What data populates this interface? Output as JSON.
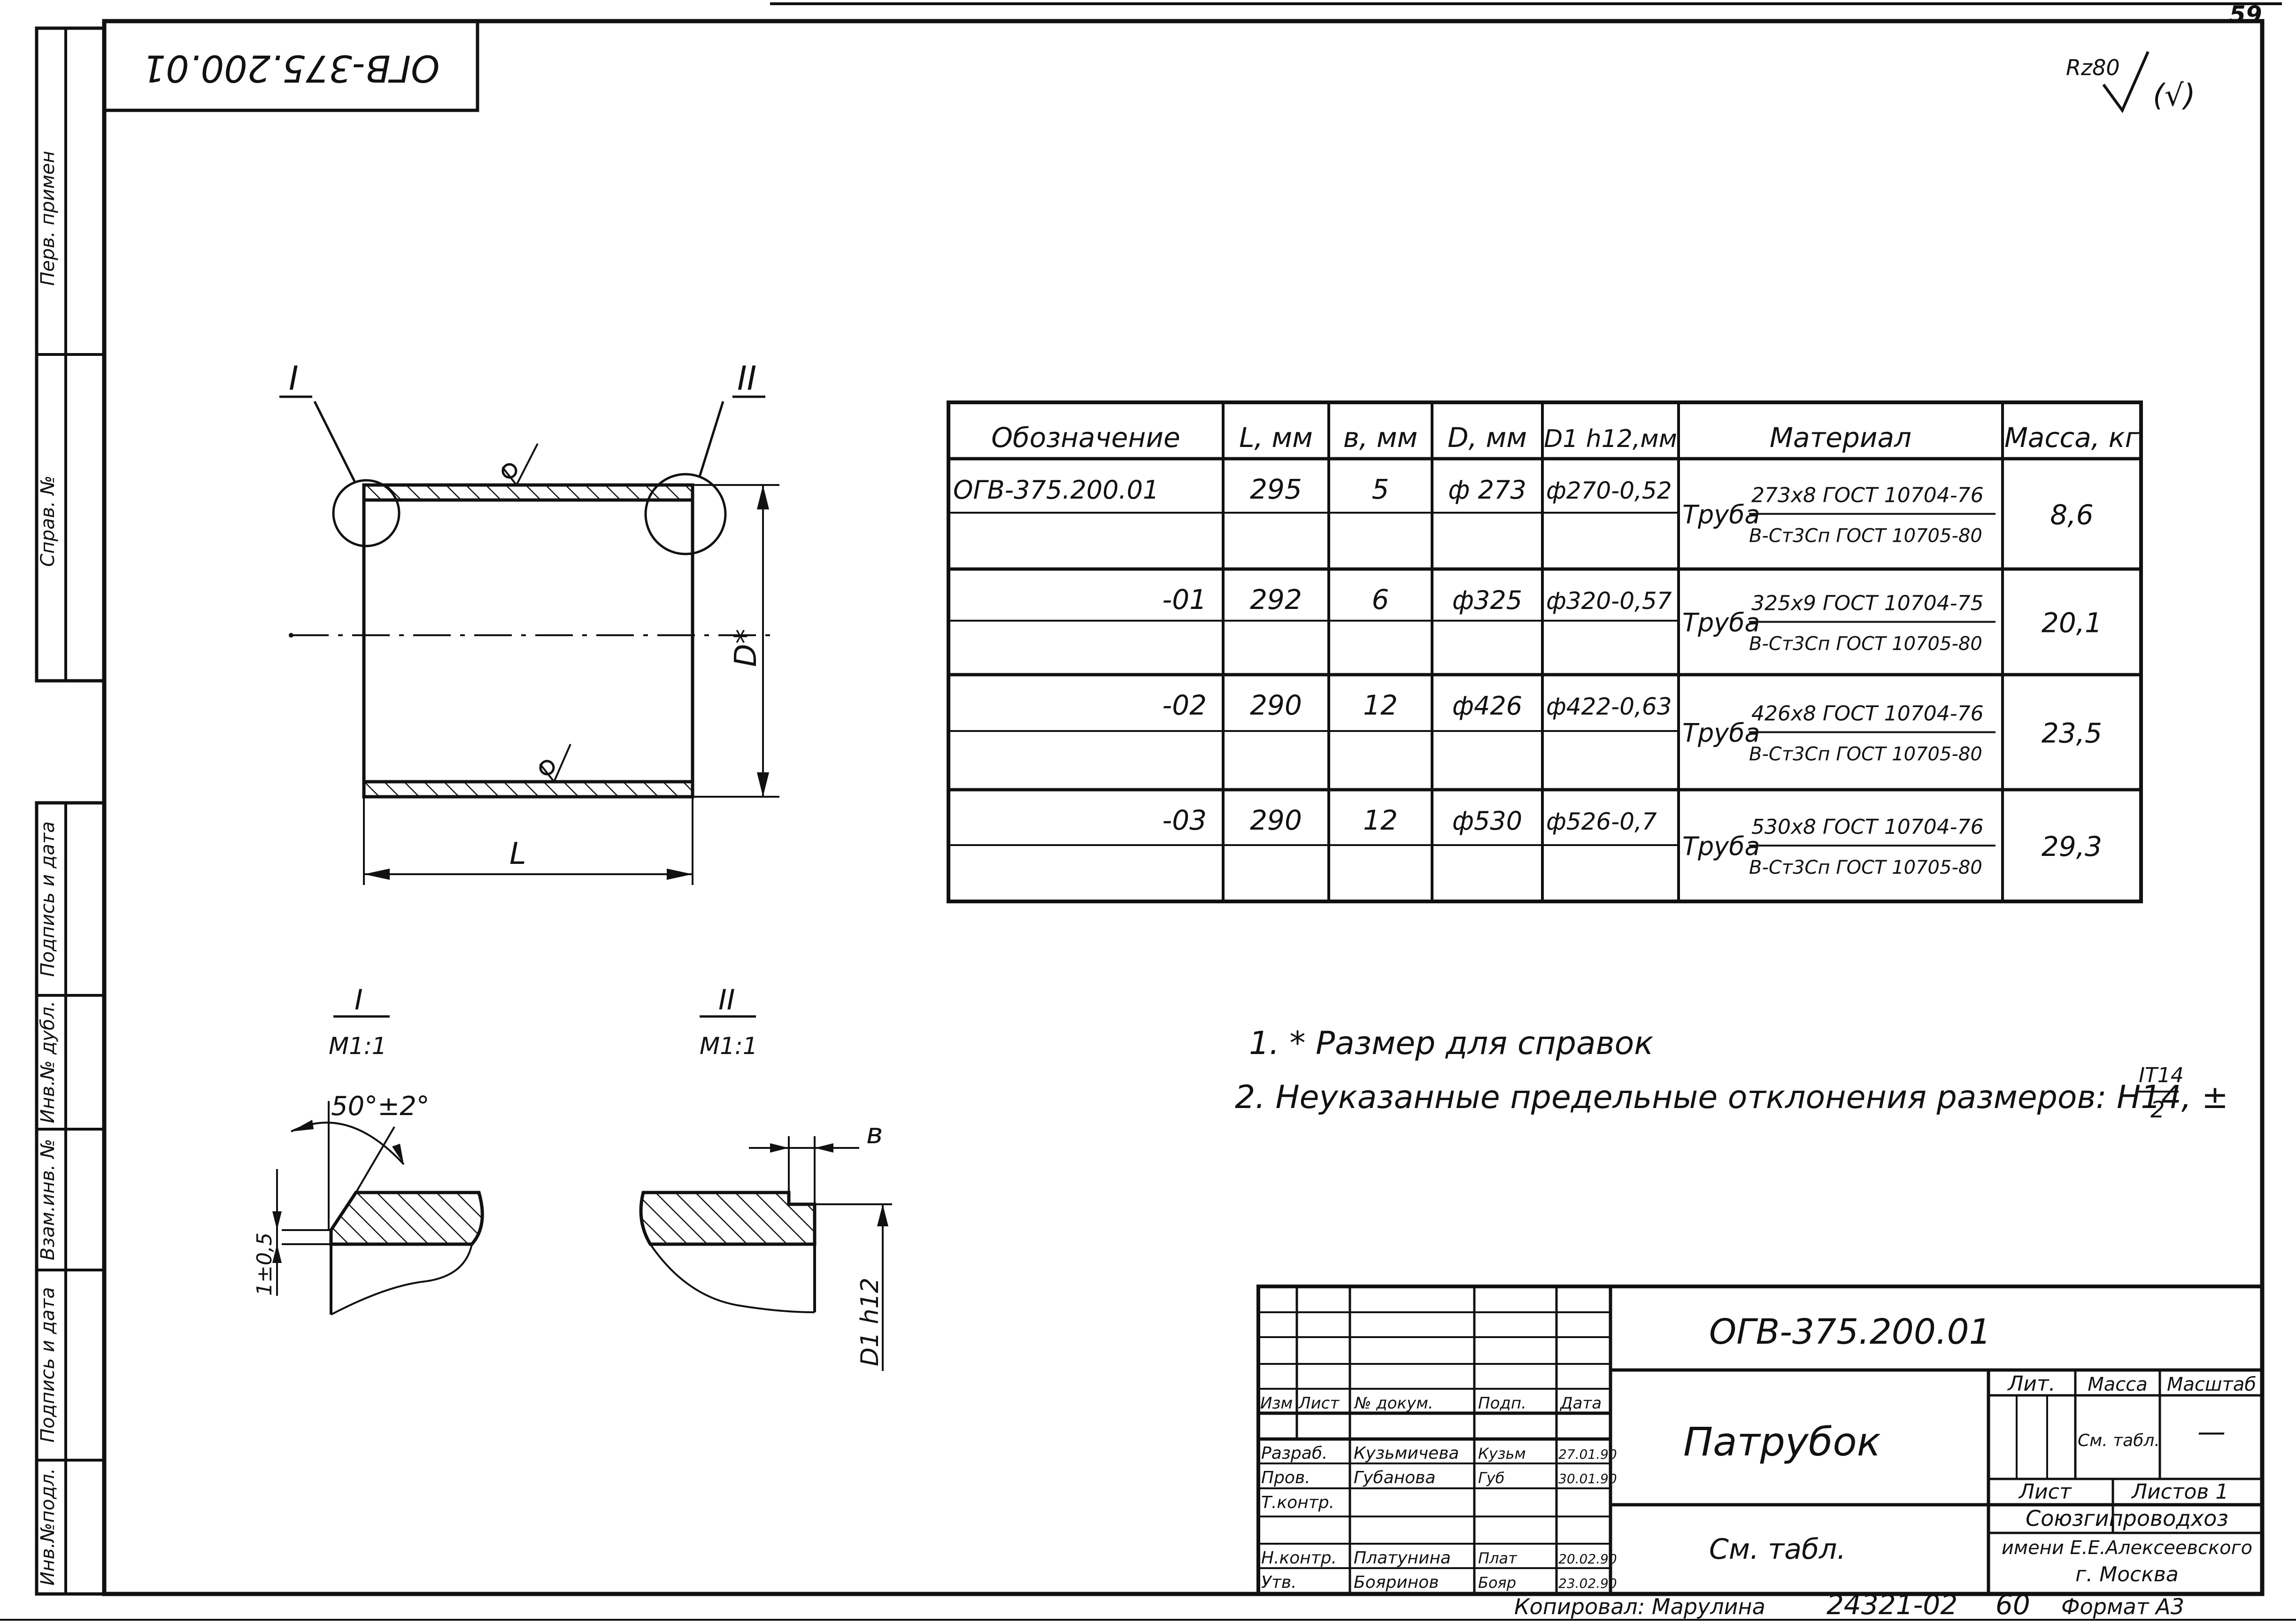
{
  "page_number": "59",
  "roughness": {
    "label": "Rz80",
    "extra": "(√)"
  },
  "stamp_top": "ОГВ-375.200.01",
  "side_strip": {
    "perv_primen": "Перв. примен",
    "sprav_no": "Справ. №",
    "podpis_data_1": "Подпись и дата",
    "inv_dubl": "Инв.№ дубл.",
    "vzam_inv": "Взам.инв. №",
    "podpis_data_2": "Подпись и дата",
    "inv_podl": "Инв.№подл."
  },
  "drawing": {
    "view_mark_1": "I",
    "view_mark_2": "II",
    "dim_d": "D*",
    "dim_l": "L",
    "detail_1": {
      "mark": "I",
      "scale": "М1:1",
      "angle": "50°±2°",
      "chamfer": "1±0,5"
    },
    "detail_2": {
      "mark": "II",
      "scale": "М1:1",
      "dim_b": "в",
      "dim_d1": "D1 h12"
    }
  },
  "table": {
    "headers": [
      "Обозначение",
      "L, мм",
      "в, мм",
      "D, мм",
      "D1 h12,мм",
      "Материал",
      "Масса, кг"
    ],
    "rows": [
      {
        "designation": "ОГВ-375.200.01",
        "l": "295",
        "b": "5",
        "d": "ф 273",
        "d1": "ф270-0,52",
        "mat_prefix": "Труба",
        "mat_top": "273х8 ГОСТ 10704-76",
        "mat_bottom": "В-Ст3Сп ГОСТ 10705-80",
        "mass": "8,6"
      },
      {
        "designation": "-01",
        "l": "292",
        "b": "6",
        "d": "ф325",
        "d1": "ф320-0,57",
        "mat_prefix": "Труба",
        "mat_top": "325х9 ГОСТ 10704-75",
        "mat_bottom": "В-Ст3Сп ГОСТ 10705-80",
        "mass": "20,1"
      },
      {
        "designation": "-02",
        "l": "290",
        "b": "12",
        "d": "ф426",
        "d1": "ф422-0,63",
        "mat_prefix": "Труба",
        "mat_top": "426х8 ГОСТ 10704-76",
        "mat_bottom": "В-Ст3Сп ГОСТ 10705-80",
        "mass": "23,5"
      },
      {
        "designation": "-03",
        "l": "290",
        "b": "12",
        "d": "ф530",
        "d1": "ф526-0,7",
        "mat_prefix": "Труба",
        "mat_top": "530х8 ГОСТ 10704-76",
        "mat_bottom": "В-Ст3Сп ГОСТ 10705-80",
        "mass": "29,3"
      }
    ]
  },
  "notes": {
    "n1": "1. *  Размер для справок",
    "n2": "2. Неуказанные  предельные  отклонения  размеров: Н14, ±",
    "frac_num": "IT14",
    "frac_den": "2"
  },
  "title_block": {
    "doc_number": "ОГВ-375.200.01",
    "name": "Патрубок",
    "material": "См. табл.",
    "col_heads": {
      "izm": "Изм",
      "list": "Лист",
      "doc": "№ докум.",
      "podp": "Подп.",
      "data": "Дата"
    },
    "people": [
      {
        "role": "Разраб.",
        "name": "Кузьмичева",
        "sign": "Кузьм",
        "date": "27.01.90"
      },
      {
        "role": "Пров.",
        "name": "Губанова",
        "sign": "Губ",
        "date": "30.01.90"
      },
      {
        "role": "Т.контр.",
        "name": "",
        "sign": "",
        "date": ""
      },
      {
        "role": "",
        "name": "",
        "sign": "",
        "date": ""
      },
      {
        "role": "Н.контр.",
        "name": "Платунина",
        "sign": "Плат",
        "date": "20.02.90"
      },
      {
        "role": "Утв.",
        "name": "Бояринов",
        "sign": "Бояр",
        "date": "23.02.90"
      }
    ],
    "lit": "Лит.",
    "massa": "Масса",
    "masshtab": "Масштаб",
    "mass_value": "См. табл.",
    "scale_value": "—",
    "sheet": "Лист",
    "sheets": "Листов 1",
    "org_line1": "Союзгипроводхоз",
    "org_line2": "имени Е.Е.Алексеевского",
    "org_line3": "г. Москва"
  },
  "footer": {
    "copied": "Копировал: Марулина",
    "code": "24321-02",
    "sheet": "60",
    "format": "Формат А3"
  }
}
